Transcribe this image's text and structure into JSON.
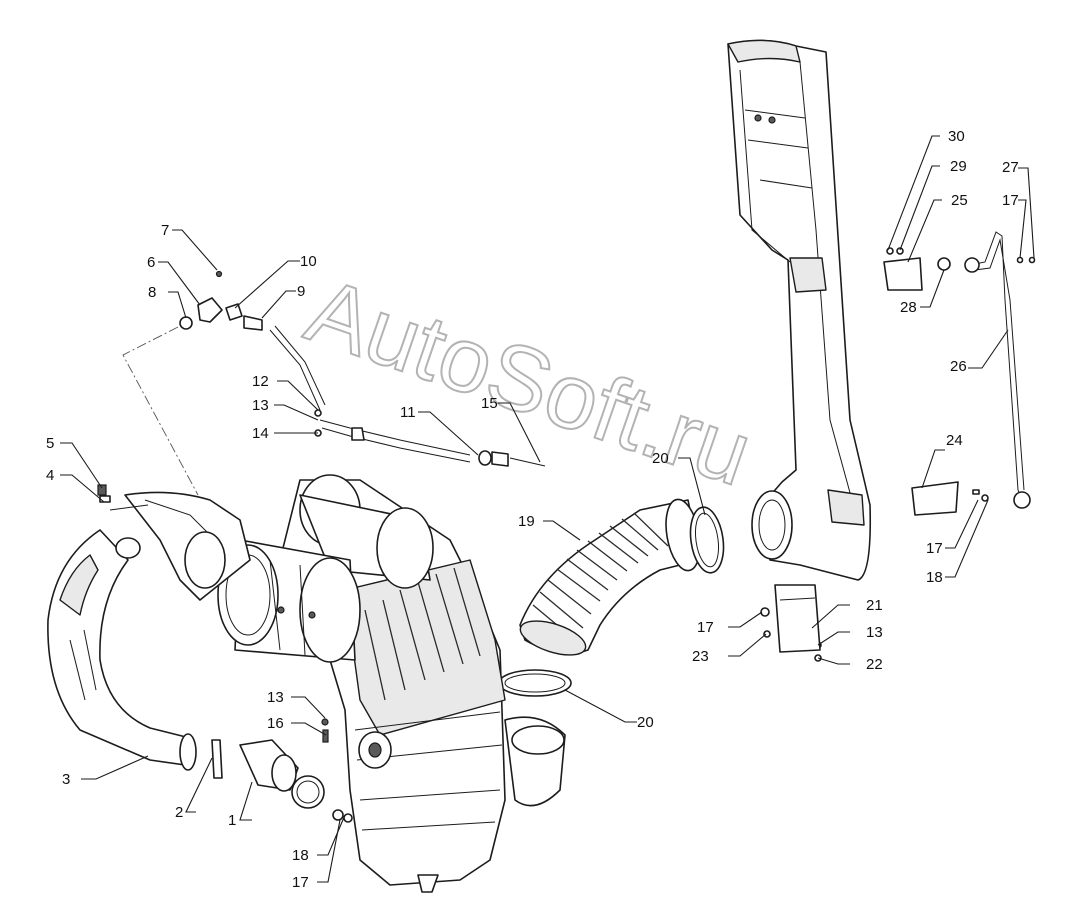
{
  "watermark": "AutoSoft.ru",
  "callouts": [
    {
      "label": "1"
    },
    {
      "label": "2"
    },
    {
      "label": "3"
    },
    {
      "label": "4"
    },
    {
      "label": "5"
    },
    {
      "label": "6"
    },
    {
      "label": "7"
    },
    {
      "label": "8"
    },
    {
      "label": "9"
    },
    {
      "label": "10"
    },
    {
      "label": "11"
    },
    {
      "label": "12"
    },
    {
      "label": "13"
    },
    {
      "label": "13"
    },
    {
      "label": "13"
    },
    {
      "label": "14"
    },
    {
      "label": "15"
    },
    {
      "label": "16"
    },
    {
      "label": "17"
    },
    {
      "label": "17"
    },
    {
      "label": "17"
    },
    {
      "label": "17"
    },
    {
      "label": "18"
    },
    {
      "label": "18"
    },
    {
      "label": "19"
    },
    {
      "label": "20"
    },
    {
      "label": "20"
    },
    {
      "label": "21"
    },
    {
      "label": "22"
    },
    {
      "label": "23"
    },
    {
      "label": "24"
    },
    {
      "label": "25"
    },
    {
      "label": "26"
    },
    {
      "label": "27"
    },
    {
      "label": "28"
    },
    {
      "label": "29"
    },
    {
      "label": "30"
    }
  ]
}
